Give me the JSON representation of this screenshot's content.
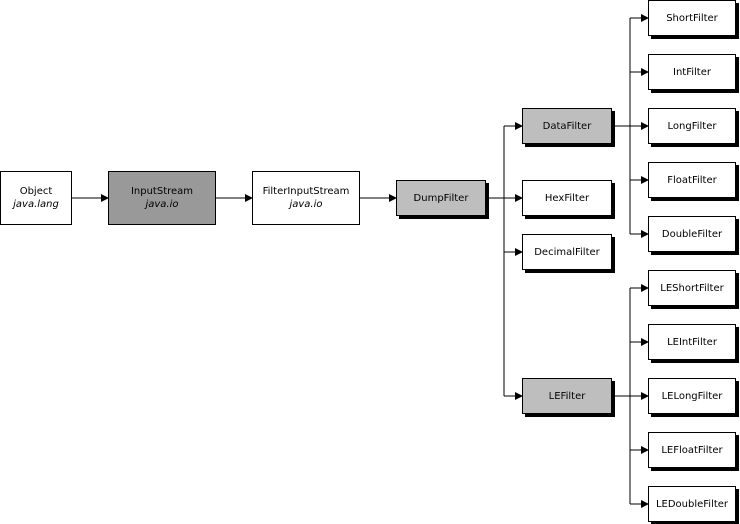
{
  "diagram": {
    "nodes": {
      "object": {
        "name": "Object",
        "package": "java.lang"
      },
      "inputstream": {
        "name": "InputStream",
        "package": "java.io"
      },
      "filterinputstream": {
        "name": "FilterInputStream",
        "package": "java.io"
      },
      "dumpfilter": {
        "name": "DumpFilter"
      },
      "datafilter": {
        "name": "DataFilter"
      },
      "hexfilter": {
        "name": "HexFilter"
      },
      "decimalfilter": {
        "name": "DecimalFilter"
      },
      "lefilter": {
        "name": "LEFilter"
      },
      "shortfilter": {
        "name": "ShortFilter"
      },
      "intfilter": {
        "name": "IntFilter"
      },
      "longfilter": {
        "name": "LongFilter"
      },
      "floatfilter": {
        "name": "FloatFilter"
      },
      "doublefilter": {
        "name": "DoubleFilter"
      },
      "leshortfilter": {
        "name": "LEShortFilter"
      },
      "leintfilter": {
        "name": "LEIntFilter"
      },
      "lelongfilter": {
        "name": "LELongFilter"
      },
      "lefloatfilter": {
        "name": "LEFloatFilter"
      },
      "ledoublefilter": {
        "name": "LEDoubleFilter"
      }
    },
    "edges": [
      [
        "object",
        "inputstream"
      ],
      [
        "inputstream",
        "filterinputstream"
      ],
      [
        "filterinputstream",
        "dumpfilter"
      ],
      [
        "dumpfilter",
        "datafilter"
      ],
      [
        "dumpfilter",
        "hexfilter"
      ],
      [
        "dumpfilter",
        "decimalfilter"
      ],
      [
        "dumpfilter",
        "lefilter"
      ],
      [
        "datafilter",
        "shortfilter"
      ],
      [
        "datafilter",
        "intfilter"
      ],
      [
        "datafilter",
        "longfilter"
      ],
      [
        "datafilter",
        "floatfilter"
      ],
      [
        "datafilter",
        "doublefilter"
      ],
      [
        "lefilter",
        "leshortfilter"
      ],
      [
        "lefilter",
        "leintfilter"
      ],
      [
        "lefilter",
        "lelongfilter"
      ],
      [
        "lefilter",
        "lefloatfilter"
      ],
      [
        "lefilter",
        "ledoublefilter"
      ]
    ],
    "colors": {
      "line": "#000000",
      "dark_fill": "#999999",
      "hatch_fill": "#d0d0d0"
    }
  }
}
